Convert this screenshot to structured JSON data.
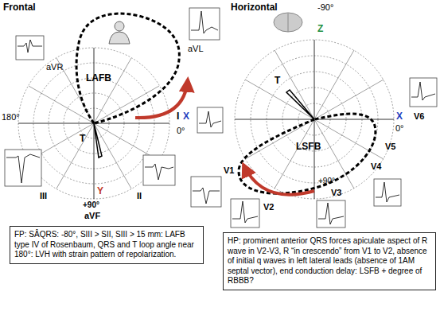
{
  "diagram": {
    "nodes": [
      {
        "text": [
          "FP: SÂQRS: -80°, SIII > SII, SIII > 15 mm: LAFB type IV of Rosenbaum, QRS and T loop angle near 180°: LVH with strain pattern of repolarization."
        ]
      },
      {
        "text": [
          "HP: prominent anterior QRS forces apiculate aspect of R wave in V2-V3, R “in crescendo” from V1 to V2, absence of initial q waves in left lateral leads (absence of 1AM septal vector), end conduction delay: LSFB + degree of RBBB?"
        ]
      }
    ],
    "labels": [
      "Frontal",
      "aVR",
      "aVL",
      "LAFB",
      "180°",
      "I",
      "X",
      "0°",
      "T",
      "III",
      "Y",
      "II",
      "+90°",
      "aVF",
      "Horizontal",
      "-90°",
      "Z",
      "T",
      "X",
      "0°",
      "V6",
      "V5",
      "V4",
      "V3",
      "V2",
      "V1",
      "LSFB",
      "+90°"
    ]
  }
}
